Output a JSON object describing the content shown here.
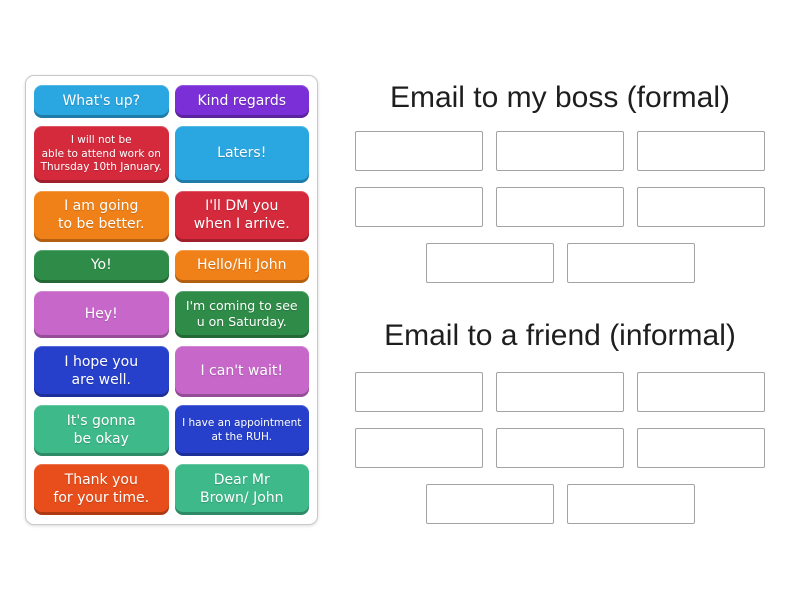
{
  "activity": {
    "tiles": [
      {
        "lines": [
          "What's up?"
        ],
        "color": "#2AA6E0",
        "size": "md"
      },
      {
        "lines": [
          "Kind regards"
        ],
        "color": "#7B2FD6",
        "size": "md"
      },
      {
        "lines": [
          "I will not be",
          "able to attend work on",
          "Thursday 10th January."
        ],
        "color": "#D52A3C",
        "size": "xs"
      },
      {
        "lines": [
          "Laters!"
        ],
        "color": "#2AA6E0",
        "size": "md"
      },
      {
        "lines": [
          "I am going",
          "to be better."
        ],
        "color": "#F08119",
        "size": "md"
      },
      {
        "lines": [
          "I'll DM you",
          "when I arrive."
        ],
        "color": "#D52A3C",
        "size": "md"
      },
      {
        "lines": [
          "Yo!"
        ],
        "color": "#2E8C48",
        "size": "md"
      },
      {
        "lines": [
          "Hello/Hi John"
        ],
        "color": "#F08119",
        "size": "md"
      },
      {
        "lines": [
          "Hey!"
        ],
        "color": "#C667C9",
        "size": "md"
      },
      {
        "lines": [
          "I'm coming to see",
          "u on Saturday."
        ],
        "color": "#2E8C48",
        "size": "sm"
      },
      {
        "lines": [
          "I hope you",
          "are well."
        ],
        "color": "#2740CC",
        "size": "md"
      },
      {
        "lines": [
          "I can't wait!"
        ],
        "color": "#C667C9",
        "size": "md"
      },
      {
        "lines": [
          "It's gonna",
          "be okay"
        ],
        "color": "#3EB98A",
        "size": "md"
      },
      {
        "lines": [
          "I have an appointment",
          "at the RUH."
        ],
        "color": "#2740CC",
        "size": "xs"
      },
      {
        "lines": [
          "Thank you",
          "for your time."
        ],
        "color": "#E84E1B",
        "size": "md"
      },
      {
        "lines": [
          "Dear Mr",
          "Brown/ John"
        ],
        "color": "#3EB98A",
        "size": "md"
      }
    ],
    "groups": [
      {
        "title": "Email to my boss (formal)",
        "slot_rows": [
          3,
          3,
          2
        ]
      },
      {
        "title": "Email to a friend (informal)",
        "slot_rows": [
          3,
          3,
          2
        ]
      }
    ],
    "colors": {
      "panel_border": "#c9c9c9",
      "slot_border": "#a3a3a3",
      "title_text": "#1e1e1e",
      "tile_text": "#ffffff"
    }
  }
}
